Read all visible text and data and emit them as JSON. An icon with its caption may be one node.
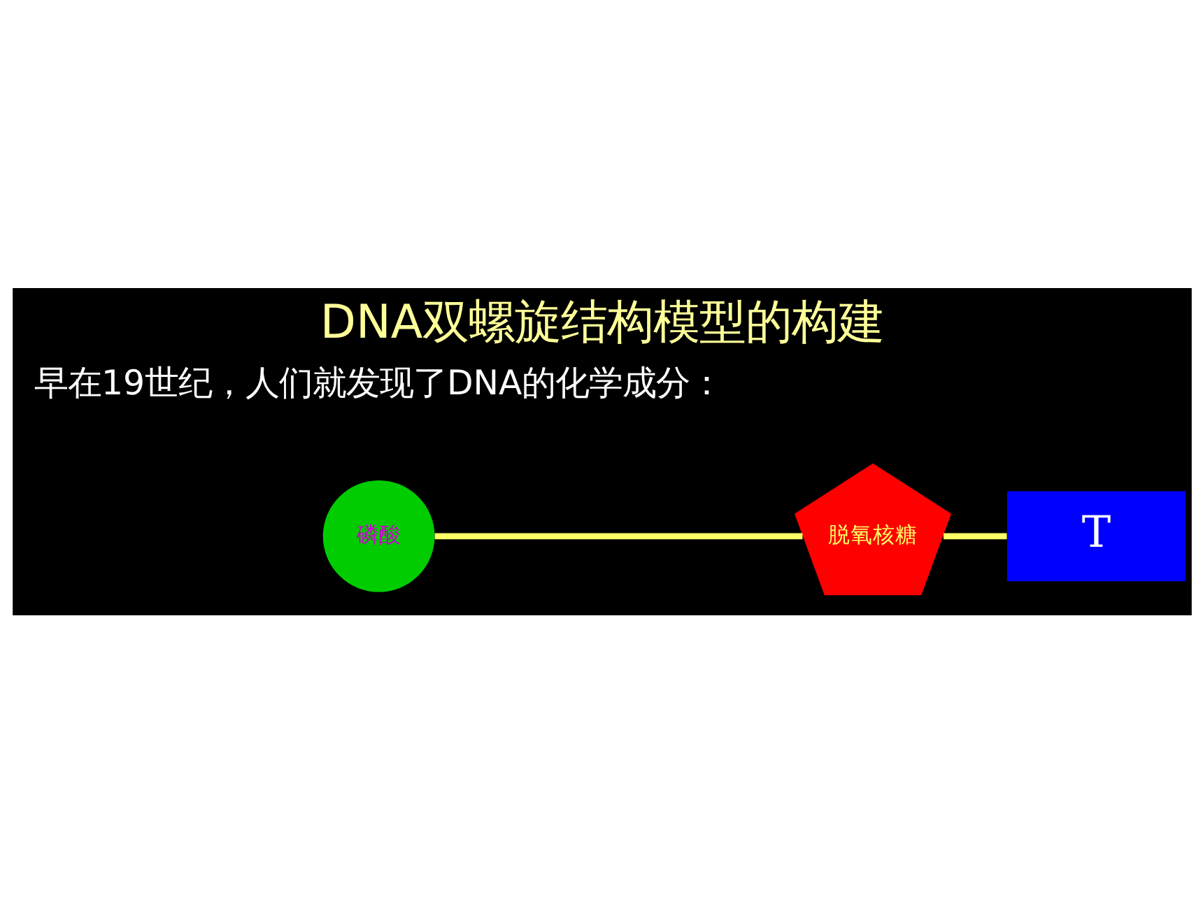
{
  "diagram": {
    "title": "DNA双螺旋结构模型的构建",
    "nodes": [
      {
        "text": [
          "磷酸"
        ]
      },
      {
        "text": [
          "脱氧核糖"
        ]
      },
      {
        "text": [
          "T"
        ]
      }
    ],
    "edges": [
      {
        "from": 0,
        "to": 1,
        "arrow": "none"
      },
      {
        "from": 1,
        "to": 2,
        "arrow": "none"
      }
    ],
    "labels": [
      "早在19世纪，人们就发现了DNA的化学成分："
    ]
  }
}
